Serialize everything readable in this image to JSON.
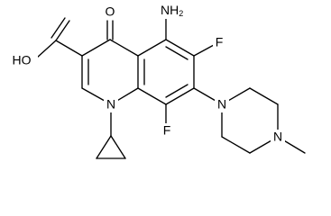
{
  "molecule": {
    "atom_labels": {
      "oxo_o": "O",
      "hydroxyl": "HO",
      "amine_n": "N",
      "amine_h": "H",
      "amine_sub": "2",
      "fluoro_6": "F",
      "fluoro_8": "F",
      "ring_n1": "N",
      "piperazine_n1": "N",
      "piperazine_n4": "N"
    },
    "colors": {
      "bond": "#000000",
      "label": "#000000",
      "background": "#ffffff"
    }
  }
}
